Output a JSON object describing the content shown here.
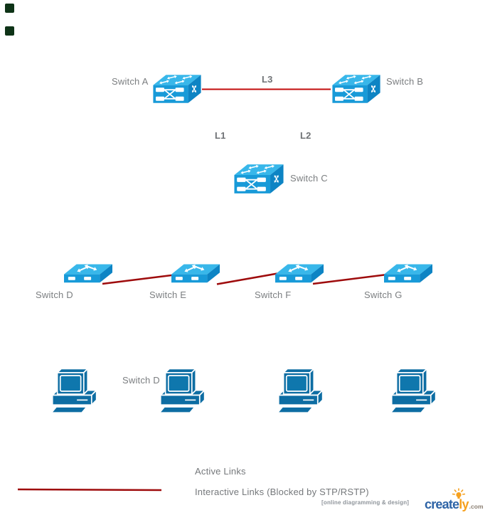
{
  "nodes": {
    "core": [
      {
        "label": "Switch A"
      },
      {
        "label": "Switch B"
      }
    ],
    "mid": {
      "label": "Switch C"
    },
    "access": [
      {
        "label": "Switch D"
      },
      {
        "label": "Switch E"
      },
      {
        "label": "Switch F"
      },
      {
        "label": "Switch G"
      }
    ],
    "workstation_label": "Switch D",
    "workstation_count": 4
  },
  "links": {
    "labels": {
      "l1": "L1",
      "l2": "L2",
      "l3": "L3"
    },
    "colors": {
      "blocked": "#9e0b0c",
      "top_blocked": "#c20b0b"
    }
  },
  "legend": {
    "active_label": "Active Links",
    "blocked_label": "Interactive Links (Blocked by STP/RSTP)"
  },
  "branding": {
    "tagline": "[online diagramming & design]",
    "brand_primary": "create",
    "brand_accent": "ly",
    "brand_domain": ".com"
  },
  "palette": {
    "switch_top": "#38b7ea",
    "switch_front": "#189ad8",
    "switch_side": "#0d84c4",
    "workstation_blue": "#0d6da3",
    "label_text": "#7b7e80",
    "marker_square": "#0e3317",
    "brand_blue": "#2d63a6",
    "brand_orange": "#f6a01d"
  }
}
